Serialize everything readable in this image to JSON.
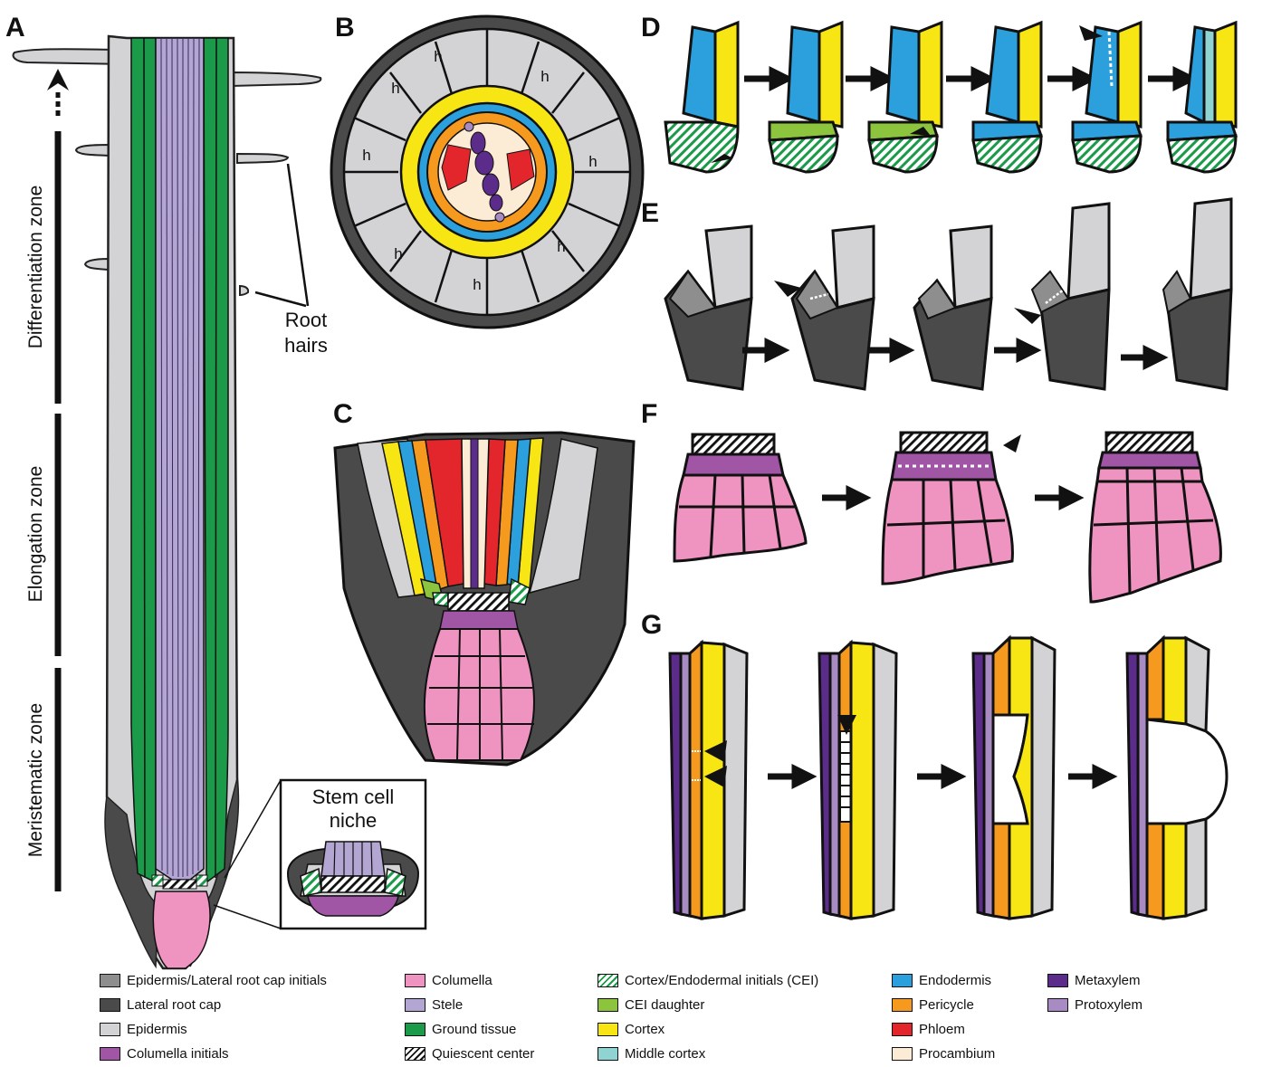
{
  "panels": [
    "A",
    "B",
    "C",
    "D",
    "E",
    "F",
    "G"
  ],
  "zones": {
    "differentiation": "Differentiation zone",
    "elongation": "Elongation zone",
    "meristematic": "Meristematic zone"
  },
  "annotations": {
    "root_hairs_line1": "Root",
    "root_hairs_line2": "hairs",
    "niche_line1": "Stem cell",
    "niche_line2": "niche",
    "hair_cell": "h"
  },
  "colors": {
    "epid_lrc_initials": "#8e8e8e",
    "lateral_root_cap": "#4a4a4a",
    "epidermis": "#d3d3d5",
    "columella_initials": "#a055a5",
    "columella": "#ef93c0",
    "stele": "#b3a6d3",
    "ground_tissue": "#1b9a4a",
    "cei_daughter": "#8cc43e",
    "cortex": "#f7e614",
    "middle_cortex": "#8fd3d3",
    "endodermis": "#2ba0dc",
    "pericycle": "#f59a1e",
    "phloem": "#e3262c",
    "procambium": "#fcecd6",
    "metaxylem": "#5c2c8a",
    "protoxylem": "#a98bc3"
  },
  "legend": [
    [
      {
        "label": "Epidermis/Lateral root cap initials",
        "color": "#8e8e8e"
      },
      {
        "label": "Lateral root cap",
        "color": "#4a4a4a"
      },
      {
        "label": "Epidermis",
        "color": "#d3d3d5"
      },
      {
        "label": "Columella initials",
        "color": "#a055a5"
      }
    ],
    [
      {
        "label": "Columella",
        "color": "#ef93c0"
      },
      {
        "label": "Stele",
        "color": "#b3a6d3"
      },
      {
        "label": "Ground tissue",
        "color": "#1b9a4a"
      },
      {
        "label": "Quiescent center",
        "color": "hatch-black"
      }
    ],
    [
      {
        "label": "Cortex/Endodermal initials (CEI)",
        "color": "hatch-green"
      },
      {
        "label": "CEI daughter",
        "color": "#8cc43e"
      },
      {
        "label": "Cortex",
        "color": "#f7e614"
      },
      {
        "label": "Middle cortex",
        "color": "#8fd3d3"
      }
    ],
    [
      {
        "label": "Endodermis",
        "color": "#2ba0dc"
      },
      {
        "label": "Pericycle",
        "color": "#f59a1e"
      },
      {
        "label": "Phloem",
        "color": "#e3262c"
      },
      {
        "label": "Procambium",
        "color": "#fcecd6"
      }
    ],
    [
      {
        "label": "Metaxylem",
        "color": "#5c2c8a"
      },
      {
        "label": "Protoxylem",
        "color": "#a98bc3"
      }
    ]
  ]
}
